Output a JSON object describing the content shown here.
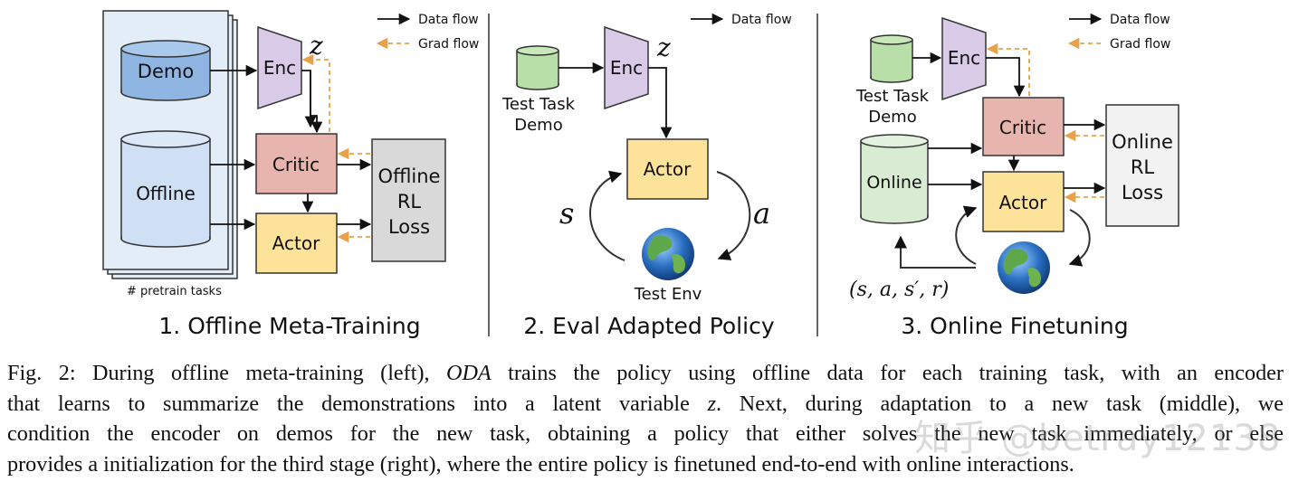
{
  "panels": {
    "p1": {
      "title": "1. Offline Meta-Training",
      "demo": "Demo",
      "offline": "Offline",
      "enc": "Enc",
      "z": "z",
      "critic": "Critic",
      "actor": "Actor",
      "loss": [
        "Offline",
        "RL",
        "Loss"
      ],
      "stack_note": "# pretrain tasks",
      "legend": {
        "data": "Data flow",
        "grad": "Grad flow"
      }
    },
    "p2": {
      "title": "2. Eval Adapted Policy",
      "demo": [
        "Test Task",
        "Demo"
      ],
      "enc": "Enc",
      "z": "z",
      "actor": "Actor",
      "s": "s",
      "a": "a",
      "env": "Test Env",
      "legend": {
        "data": "Data flow"
      }
    },
    "p3": {
      "title": "3. Online Finetuning",
      "demo": [
        "Test Task",
        "Demo"
      ],
      "online": "Online",
      "enc": "Enc",
      "critic": "Critic",
      "actor": "Actor",
      "loss": [
        "Online",
        "RL",
        "Loss"
      ],
      "tuple": "(s, a, s′, r)",
      "legend": {
        "data": "Data flow",
        "grad": "Grad flow"
      }
    }
  },
  "caption": {
    "lines": [
      [
        "Fig. 2: During offline meta-training (left), ",
        "ODA",
        " trains the policy using offline data for each training task, with an encoder"
      ],
      [
        "that learns to summarize the demonstrations into a latent variable ",
        "z",
        ". Next, during adaptation to a new task (middle), we"
      ],
      [
        "condition the encoder on demos for the new task, obtaining a policy that either solves the new task immediately, or else"
      ],
      [
        "provides a initialization for the third stage (right), where the entire policy is finetuned end-to-end with online interactions."
      ]
    ]
  },
  "watermark": "知乎 @betray12138",
  "colors": {
    "enc_fill": "#d9cbe8",
    "critic_fill": "#e7b5ae",
    "actor_fill": "#fde39a",
    "loss_fill": "#d9d9d9",
    "loss_fill_online": "#f2f2f2",
    "demo_fill": "#8fb6e3",
    "offline_fill": "#cfe0f5",
    "test_demo_fill": "#b8dfa8",
    "online_fill": "#d8ecd3",
    "grad_arrow": "#e8a24a",
    "panel_bg": "#e3edf8"
  }
}
